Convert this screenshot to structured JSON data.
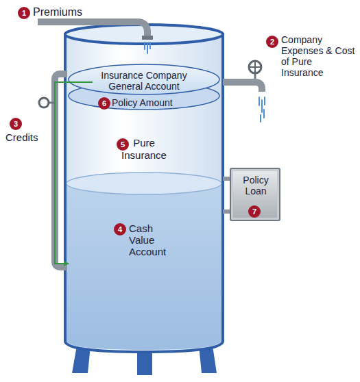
{
  "diagram": {
    "nodes": [
      {
        "text": [
          "Insurance Company General Account"
        ]
      },
      {
        "text": [
          "Cash Value Account"
        ]
      },
      {
        "text": [
          "Policy Loan"
        ]
      }
    ],
    "edges": [
      {
        "from": 0,
        "to": 1,
        "arrow": "to",
        "label": "Credits"
      }
    ],
    "labels": [
      "1",
      "Premiums",
      "2",
      "Company Expenses & Cost of Pure Insurance",
      "3",
      "6",
      "Policy Amount",
      "5",
      "Pure Insurance",
      "4",
      "7"
    ]
  }
}
